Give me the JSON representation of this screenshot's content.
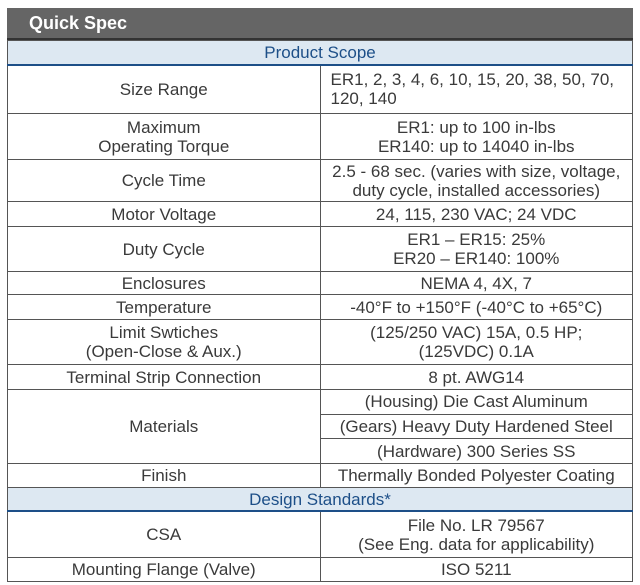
{
  "title": "Quick Spec",
  "colors": {
    "header_bg": "#656565",
    "section_bg": "#dde8f2",
    "section_text": "#1d4f88"
  },
  "rows": [
    {
      "section": "Product Scope"
    },
    {
      "label": "Size Range",
      "values": [
        "ER1, 2, 3, 4, 6, 10, 15, 20, 38, 50, 70,\n120, 140"
      ],
      "align": "left"
    },
    {
      "label": "Maximum\nOperating Torque",
      "values": [
        "ER1: up to 100 in-lbs\nER140: up to 14040 in-lbs"
      ]
    },
    {
      "label": "Cycle Time",
      "values": [
        "2.5 - 68 sec. (varies with size, voltage,\nduty cycle, installed accessories)"
      ]
    },
    {
      "label": "Motor Voltage",
      "values": [
        "24, 115, 230 VAC; 24 VDC"
      ]
    },
    {
      "label": "Duty Cycle",
      "values": [
        "ER1 – ER15: 25%\nER20 – ER140: 100%"
      ]
    },
    {
      "label": "Enclosures",
      "values": [
        "NEMA 4, 4X, 7"
      ]
    },
    {
      "label": "Temperature",
      "values": [
        "-40°F to +150°F (-40°C to +65°C)"
      ]
    },
    {
      "label": "Limit Swtiches\n(Open-Close & Aux.)",
      "values": [
        "(125/250 VAC) 15A, 0.5 HP;\n(125VDC) 0.1A"
      ]
    },
    {
      "label": "Terminal Strip Connection",
      "values": [
        "8 pt. AWG14"
      ]
    },
    {
      "label": "Materials",
      "values": [
        "(Housing) Die Cast Aluminum",
        "(Gears) Heavy Duty Hardened Steel",
        "(Hardware) 300 Series SS"
      ]
    },
    {
      "label": "Finish",
      "values": [
        "Thermally Bonded Polyester Coating"
      ]
    },
    {
      "section": "Design Standards*"
    },
    {
      "label": "CSA",
      "values": [
        "File No. LR 79567\n(See Eng. data for applicability)"
      ]
    },
    {
      "label": "Mounting Flange (Valve)",
      "values": [
        "ISO 5211"
      ]
    }
  ]
}
